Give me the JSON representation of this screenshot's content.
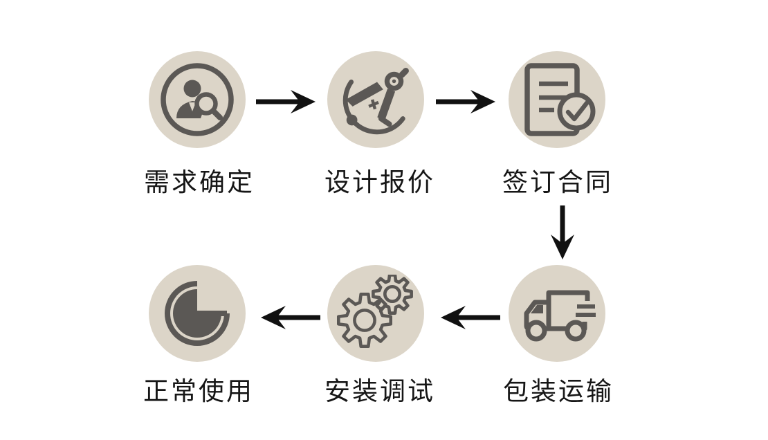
{
  "diagram": {
    "background": "#ffffff",
    "colors": {
      "circle_bg": "#dcd5c8",
      "icon": "#5b5855",
      "arrow": "#111111",
      "text": "#161616"
    },
    "steps": [
      {
        "label": "需求确定",
        "icon": "customer-search-icon"
      },
      {
        "label": "设计报价",
        "icon": "design-compass-icon"
      },
      {
        "label": "签订合同",
        "icon": "contract-check-icon"
      },
      {
        "label": "包装运输",
        "icon": "delivery-truck-icon"
      },
      {
        "label": "安装调试",
        "icon": "gears-icon"
      },
      {
        "label": "正常使用",
        "icon": "usage-pie-icon"
      }
    ],
    "arrows": [
      {
        "from": "需求确定",
        "to": "设计报价",
        "direction": "right"
      },
      {
        "from": "设计报价",
        "to": "签订合同",
        "direction": "right"
      },
      {
        "from": "签订合同",
        "to": "包装运输",
        "direction": "down"
      },
      {
        "from": "包装运输",
        "to": "安装调试",
        "direction": "left"
      },
      {
        "from": "安装调试",
        "to": "正常使用",
        "direction": "left"
      }
    ]
  }
}
